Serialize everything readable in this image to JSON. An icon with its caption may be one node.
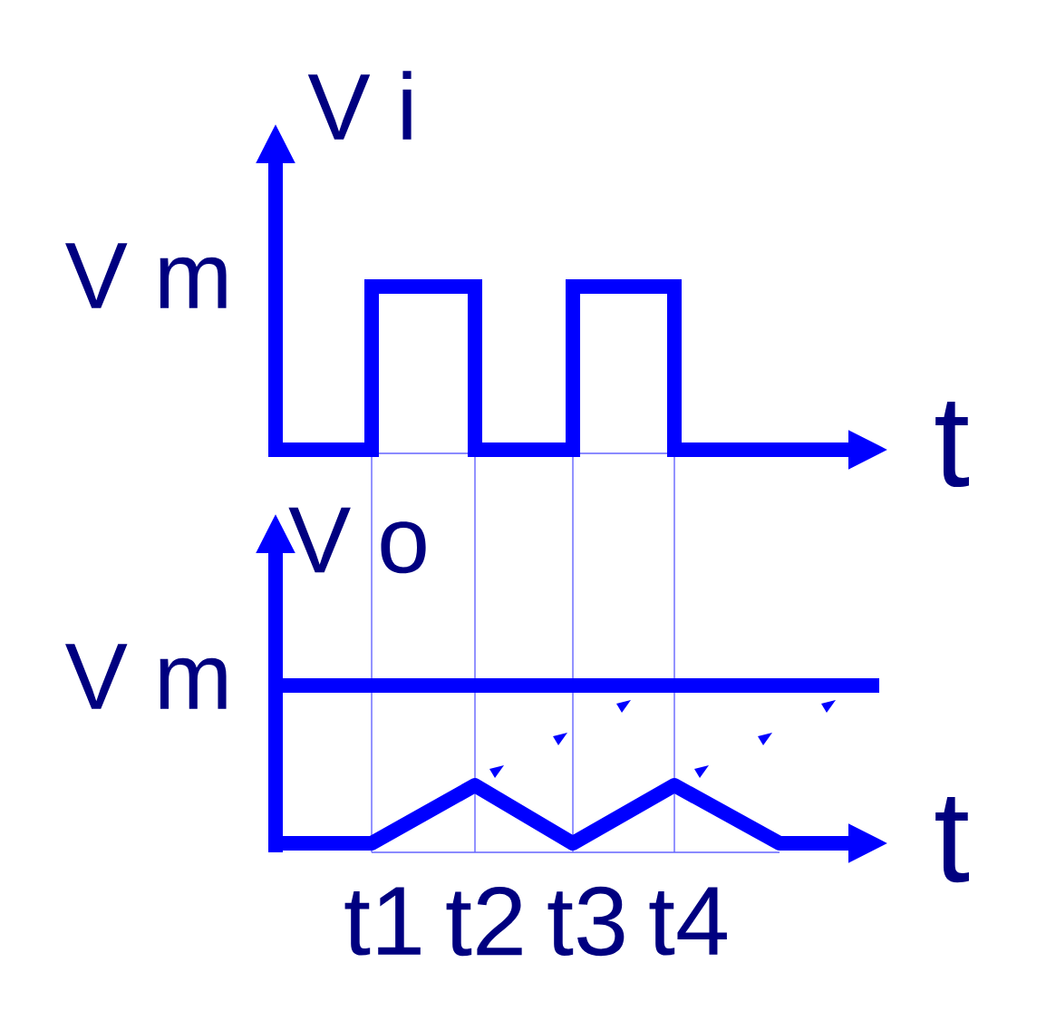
{
  "diagram": {
    "labels": [
      "V i",
      "V m",
      "t",
      "V o",
      "V m",
      "t",
      "t1",
      "t2",
      "t3",
      "t4"
    ]
  }
}
